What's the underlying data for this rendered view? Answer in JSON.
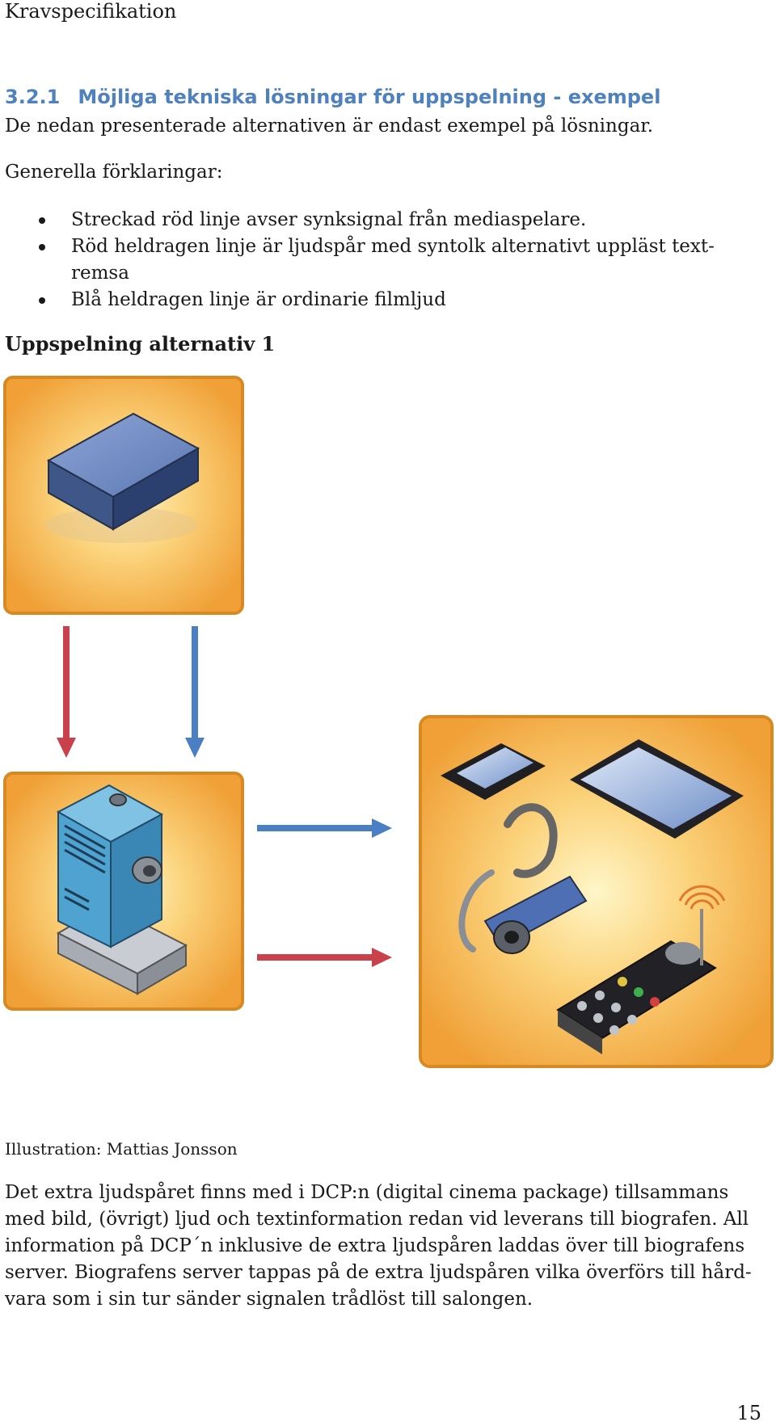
{
  "header": {
    "title": "Kravspecifikation"
  },
  "section": {
    "number": "3.2.1",
    "title": "Möjliga tekniska lösningar för uppspelning - exempel",
    "intro": "De nedan presenterade alternativen är endast exempel på lösningar.",
    "general_label": "Generella förklaringar:",
    "bullets": [
      "Streckad röd linje avser synksignal från mediaspelare.",
      "Röd heldragen linje är ljudspår med syntolk alternativt uppläst text-remsa",
      "Blå heldragen linje är ordinarie filmljud"
    ],
    "subheading": "Uppspelning alternativ 1"
  },
  "diagram": {
    "colors": {
      "red_line": "#c9414a",
      "blue_line": "#4a7fc4",
      "tile": "#f2a73e",
      "tile_border": "#d88a22"
    },
    "icons": [
      "media-server-icon",
      "projector-icon",
      "mobile-devices-icon"
    ]
  },
  "caption": "Illustration: Mattias Jonsson",
  "body": "Det extra ljudspåret finns med i DCP:n (digital cinema package) tillsammans med bild, (övrigt) ljud och textinformation redan vid leverans till biografen. All information på DCP´n inklusive de extra ljudspåren laddas över till biografens server. Biografens server tappas på de extra ljudspåren vilka överförs till hård-vara som i sin tur sänder signalen trådlöst till salongen.",
  "page_number": "15"
}
